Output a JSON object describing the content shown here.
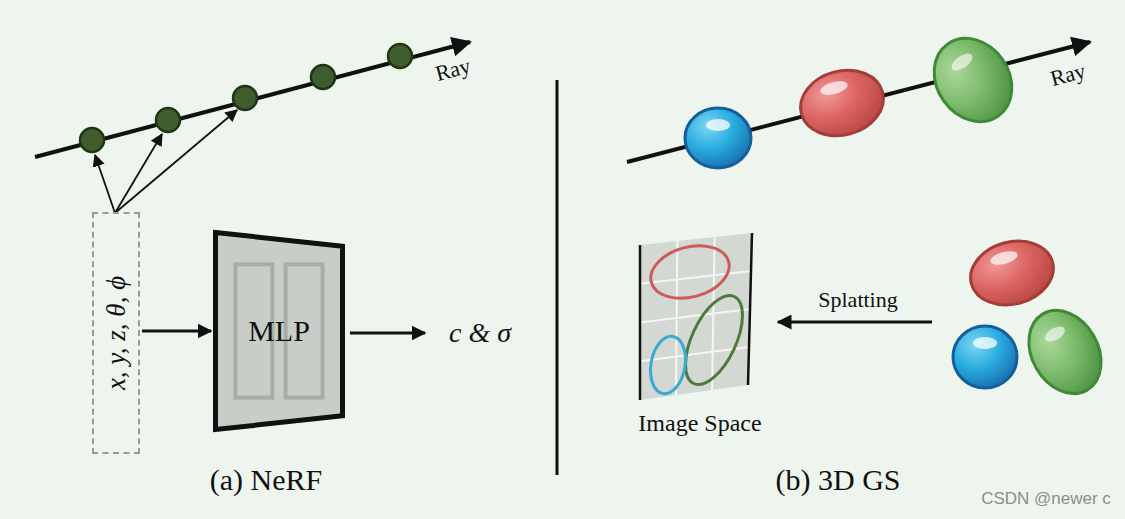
{
  "diagram": {
    "nodes": [
      {
        "text": [
          "x, y, z, θ, ϕ"
        ]
      },
      {
        "text": [
          "MLP"
        ]
      },
      {
        "text": [
          "Image Space"
        ]
      }
    ],
    "edges": [
      {
        "from": 0,
        "to": 1,
        "arrow": "to"
      }
    ],
    "labels": [
      "Ray",
      "c & σ",
      "(a) NeRF",
      "Ray",
      "Splatting",
      "(b) 3D GS",
      "CSDN @newer c"
    ]
  }
}
